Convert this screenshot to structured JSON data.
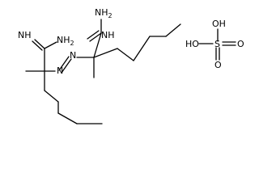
{
  "labels": {
    "amidine_a_nh2": "NH",
    "amidine_a_nh2_sub": "2",
    "amidine_a_nh": "NH",
    "amidine_b_nh2": "NH",
    "amidine_b_nh2_sub": "2",
    "amidine_b_nh": "NH",
    "azo_n1": "N",
    "azo_n2": "N",
    "sulfur": "S",
    "sulfate_oh_top": "OH",
    "sulfate_oh_left": "HO",
    "sulfate_o_right": "O",
    "sulfate_o_bottom": "O"
  },
  "colors": {
    "ink": "#000000",
    "background": "#ffffff"
  }
}
